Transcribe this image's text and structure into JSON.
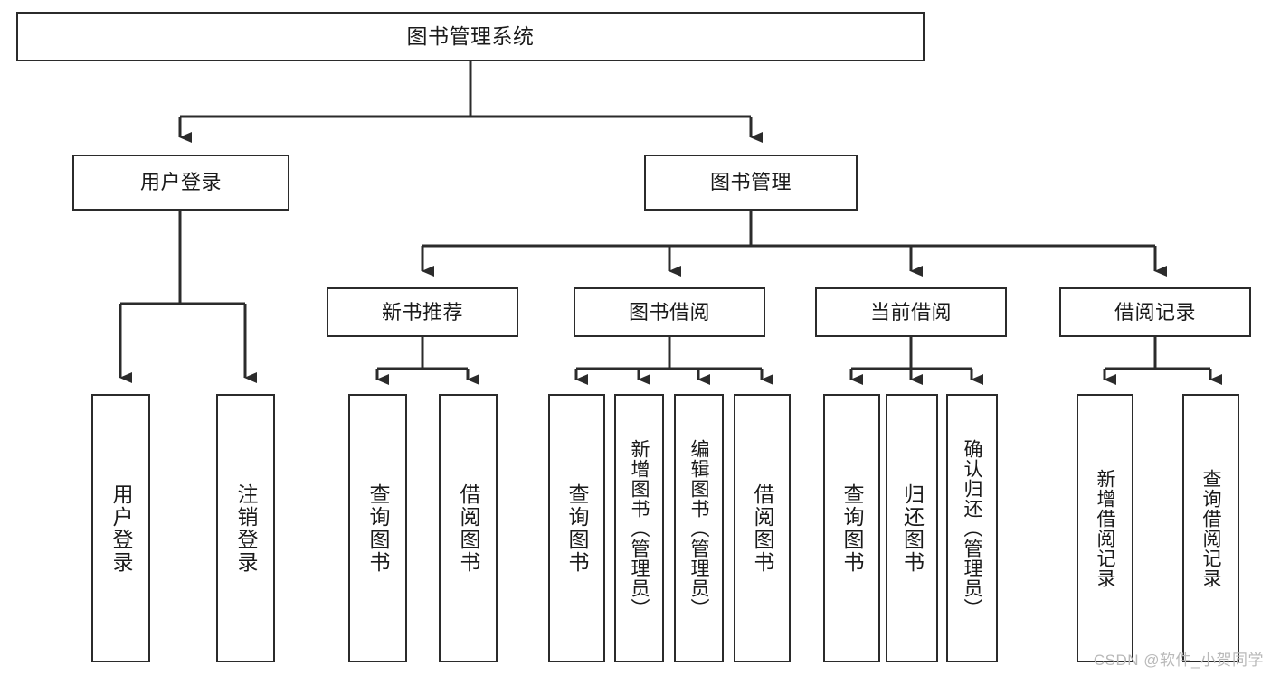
{
  "diagram": {
    "title": "图书管理系统",
    "type": "tree-hierarchy-chart",
    "stroke_color": "#2b2b2b",
    "background_color": "#ffffff",
    "text_color": "#1a1a1a",
    "root": {
      "label": "图书管理系统"
    },
    "level1": [
      {
        "label": "用户登录"
      },
      {
        "label": "图书管理"
      }
    ],
    "level2": [
      {
        "label": "新书推荐"
      },
      {
        "label": "图书借阅"
      },
      {
        "label": "当前借阅"
      },
      {
        "label": "借阅记录"
      }
    ],
    "leaves": {
      "user_login": [
        {
          "label": "用户登录"
        },
        {
          "label": "注销登录"
        }
      ],
      "new_book_recommend": [
        {
          "label": "查询图书"
        },
        {
          "label": "借阅图书"
        }
      ],
      "book_borrow": [
        {
          "label": "查询图书"
        },
        {
          "label": "新增图书（管理员）"
        },
        {
          "label": "编辑图书（管理员）"
        },
        {
          "label": "借阅图书"
        }
      ],
      "current_borrow": [
        {
          "label": "查询图书"
        },
        {
          "label": "归还图书"
        },
        {
          "label": "确认归还（管理员）"
        }
      ],
      "borrow_record": [
        {
          "label": "新增借阅记录"
        },
        {
          "label": "查询借阅记录"
        }
      ]
    },
    "watermark": "CSDN @软件_小贺同学"
  }
}
